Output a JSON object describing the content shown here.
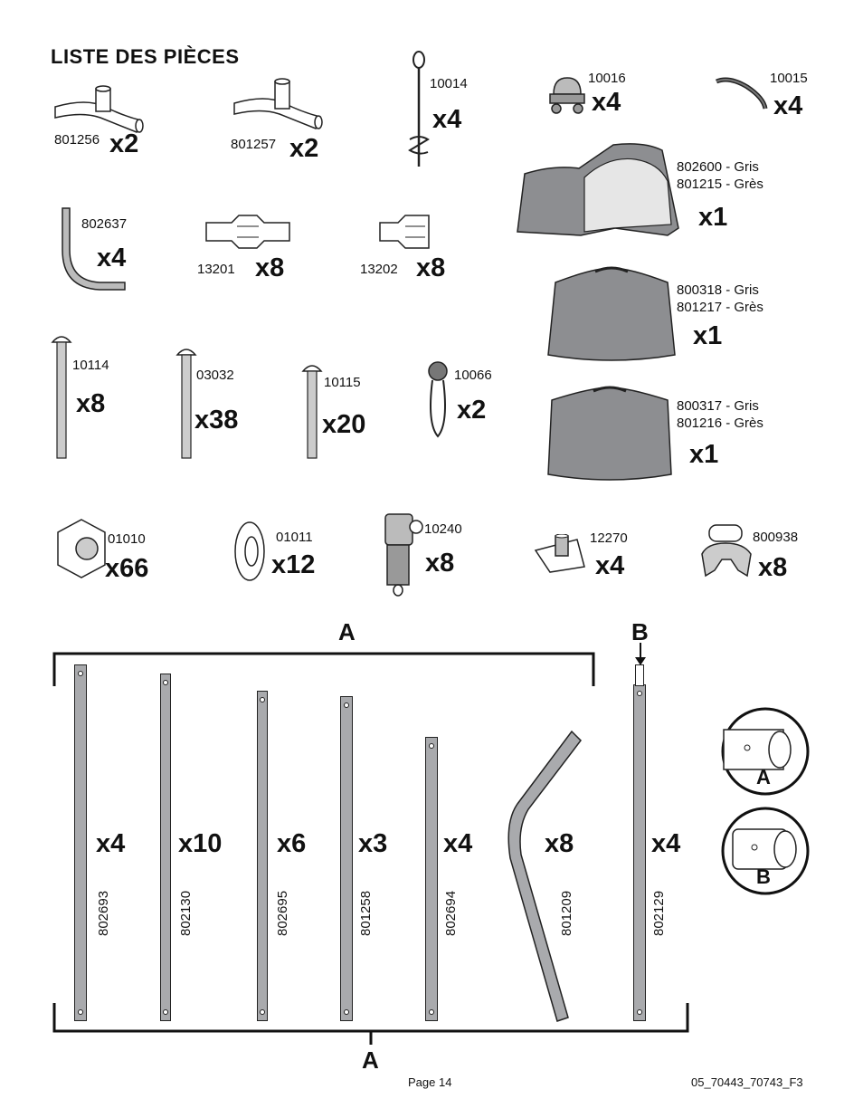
{
  "title": "LISTE DES PIÈCES",
  "parts": [
    {
      "pn": "801256",
      "qty": "x2"
    },
    {
      "pn": "801257",
      "qty": "x2"
    },
    {
      "pn": "10014",
      "qty": "x4"
    },
    {
      "pn": "10016",
      "qty": "x4"
    },
    {
      "pn": "10015",
      "qty": "x4"
    },
    {
      "pn": "802637",
      "qty": "x4"
    },
    {
      "pn": "13201",
      "qty": "x8"
    },
    {
      "pn": "13202",
      "qty": "x8"
    },
    {
      "pn": "10114",
      "qty": "x8"
    },
    {
      "pn": "03032",
      "qty": "x38"
    },
    {
      "pn": "10115",
      "qty": "x20"
    },
    {
      "pn": "10066",
      "qty": "x2"
    },
    {
      "pn": "01010",
      "qty": "x66"
    },
    {
      "pn": "01011",
      "qty": "x12"
    },
    {
      "pn": "10240",
      "qty": "x8"
    },
    {
      "pn": "12270",
      "qty": "x4"
    },
    {
      "pn": "800938",
      "qty": "x8"
    }
  ],
  "covers": [
    {
      "line1": "802600 - Gris",
      "line2": "801215 - Grès",
      "qty": "x1"
    },
    {
      "line1": "800318 - Gris",
      "line2": "801217 - Grès",
      "qty": "x1"
    },
    {
      "line1": "800317 - Gris",
      "line2": "801216 - Grès",
      "qty": "x1"
    }
  ],
  "rails": [
    {
      "pn": "802693",
      "qty": "x4"
    },
    {
      "pn": "802130",
      "qty": "x10"
    },
    {
      "pn": "802695",
      "qty": "x6"
    },
    {
      "pn": "801258",
      "qty": "x3"
    },
    {
      "pn": "802694",
      "qty": "x4"
    },
    {
      "pn": "801209",
      "qty": "x8"
    },
    {
      "pn": "802129",
      "qty": "x4"
    }
  ],
  "group_labels": {
    "a_top": "A",
    "a_bottom": "A",
    "b": "B"
  },
  "detail_labels": {
    "a": "A",
    "b": "B"
  },
  "footer": {
    "page": "Page 14",
    "doc": "05_70443_70743_F3"
  }
}
